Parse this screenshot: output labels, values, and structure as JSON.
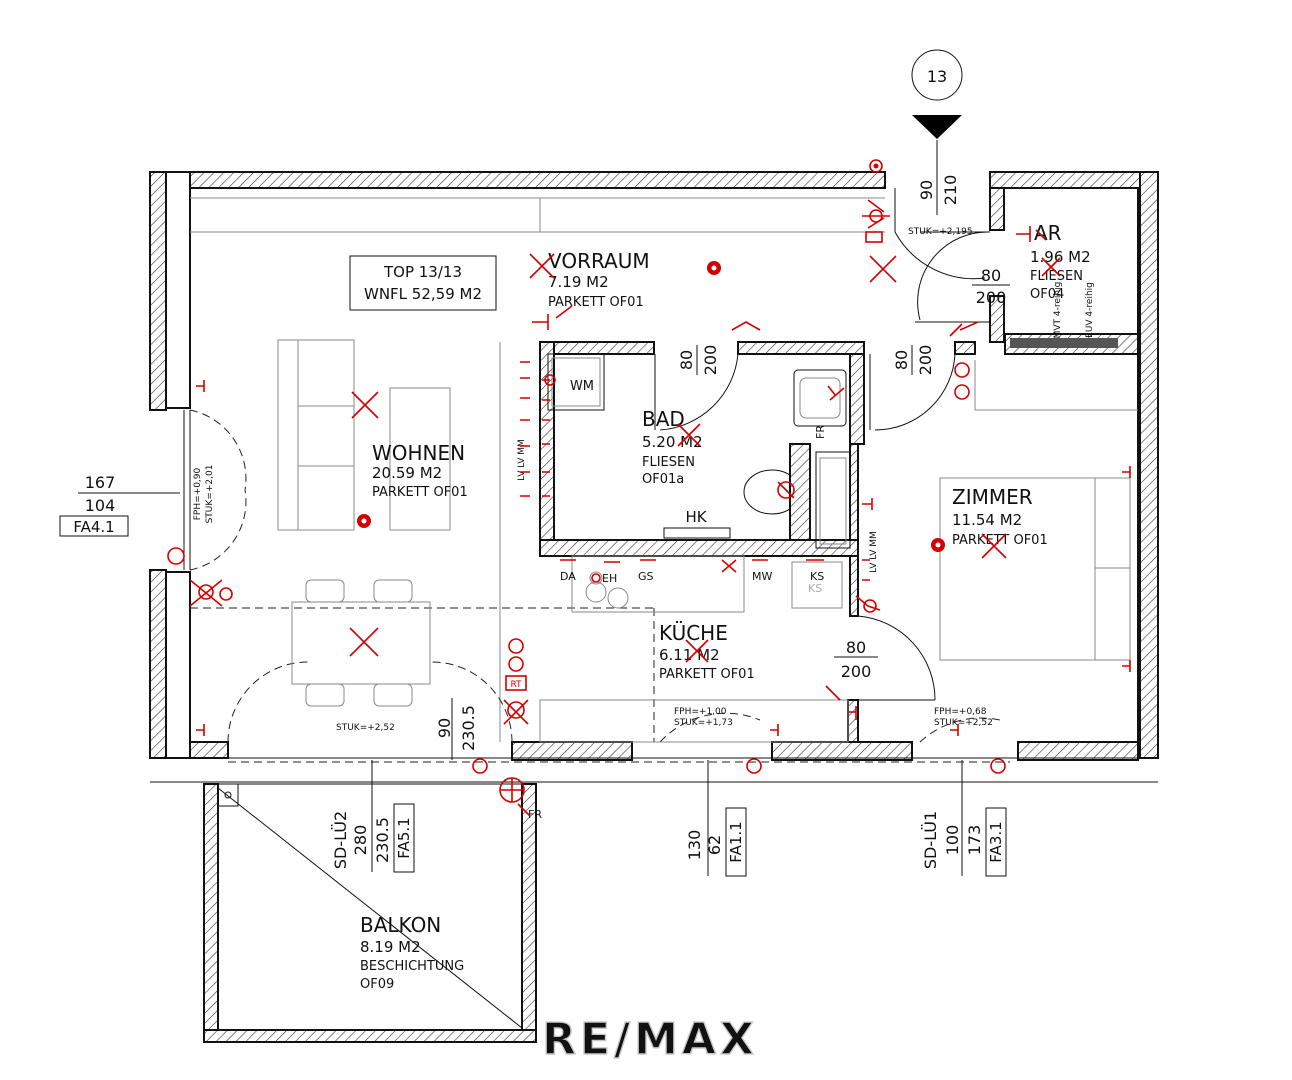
{
  "section_marker": "13",
  "unit_box": {
    "line1": "TOP 13/13",
    "line2": "WNFL 52,59 M2"
  },
  "rooms": [
    {
      "key": "vorraum",
      "name": "VORRAUM",
      "area": "7.19 M2",
      "material": "PARKETT   OF01"
    },
    {
      "key": "wohnen",
      "name": "WOHNEN",
      "area": "20.59 M2",
      "material": "PARKETT   OF01"
    },
    {
      "key": "bad",
      "name": "BAD",
      "area": "5.20 M2",
      "material": "FLIESEN",
      "code": "OF01a"
    },
    {
      "key": "ar",
      "name": "AR",
      "area": "1.96 M2",
      "material": "FLIESEN",
      "code": "OF04"
    },
    {
      "key": "zimmer",
      "name": "ZIMMER",
      "area": "11.54 M2",
      "material": "PARKETT   OF01"
    },
    {
      "key": "kueche",
      "name": "KÜCHE",
      "area": "6.11 M2",
      "material": "PARKETT   OF01"
    },
    {
      "key": "balkon",
      "name": "BALKON",
      "area": "8.19 M2",
      "material": "BESCHICHTUNG",
      "code": "OF09"
    }
  ],
  "doors": [
    {
      "width": "90",
      "height": "210"
    },
    {
      "width": "80",
      "height": "200"
    },
    {
      "width": "80",
      "height": "200"
    },
    {
      "width": "80",
      "height": "200"
    },
    {
      "width": "80",
      "height": "200"
    },
    {
      "width": "90",
      "height": "230.5"
    }
  ],
  "windows": [
    {
      "top": "167",
      "bottom": "104",
      "tag": "FA4.1"
    },
    {
      "label": "SD-LÜ2",
      "d1": "280",
      "d2": "230.5",
      "tag": "FA5.1"
    },
    {
      "d1": "130",
      "d2": "62",
      "tag": "FA1.1"
    },
    {
      "label": "SD-LÜ1",
      "d1": "100",
      "d2": "173",
      "tag": "FA3.1"
    }
  ],
  "notes": {
    "stuk_2195": "STUK=+2,195",
    "stuk_252_wohnen": "STUK=+2,52",
    "fph_090": "FPH=+0,90",
    "stuk_201": "STUK=+2,01",
    "fph_100": "FPH=+1,00",
    "stuk_173": "STUK=+1,73",
    "fph_068": "FPH=+0,68",
    "stuk_252_zimmer": "STUK=+2,52"
  },
  "fixtures": {
    "hk": "HK",
    "wm": "WM",
    "fr_bad": "FR",
    "fr_outside": "FR",
    "rt": "RT",
    "ks_ghost": "KS",
    "mvt": "MVT 4-reihig",
    "euv": "EUV 4-reihig",
    "lv_bad": "LV LV MM",
    "lv_zimmer": "LV LV MM"
  },
  "kitchen_labels": [
    "DA",
    "EH",
    "GS",
    "MW",
    "KS"
  ],
  "watermark": "RE/MAX"
}
